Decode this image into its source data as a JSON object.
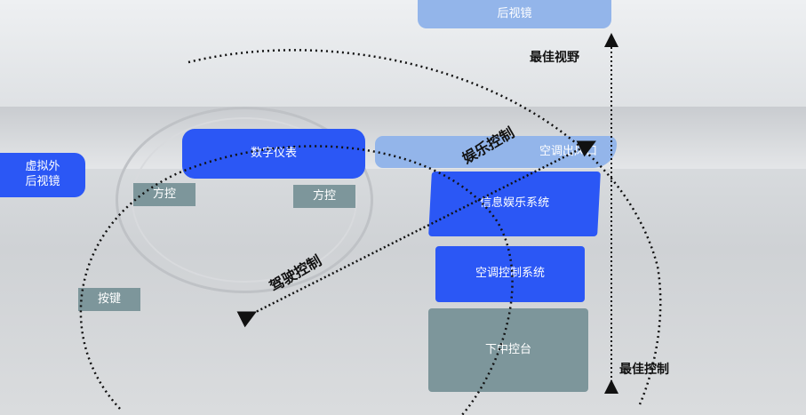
{
  "labels": {
    "rear_mirror": "后视镜",
    "virtual_mirror": "虚拟外\n后视镜",
    "digital_cluster": "数字仪表",
    "steering_left": "方控",
    "steering_right": "方控",
    "air_vent": "空调出风口",
    "infotainment": "信息娱乐系统",
    "climate": "空调控制系统",
    "lower_console": "下中控台",
    "buttons": "按键"
  },
  "annotations": {
    "best_view": "最佳视野",
    "best_control": "最佳控制",
    "entertainment_control": "娱乐控制",
    "driving_control": "驾驶控制"
  },
  "colors": {
    "primary_zone": "#2b57f5",
    "secondary_zone": "#93b5ea",
    "control_zone": "#7d969b"
  }
}
